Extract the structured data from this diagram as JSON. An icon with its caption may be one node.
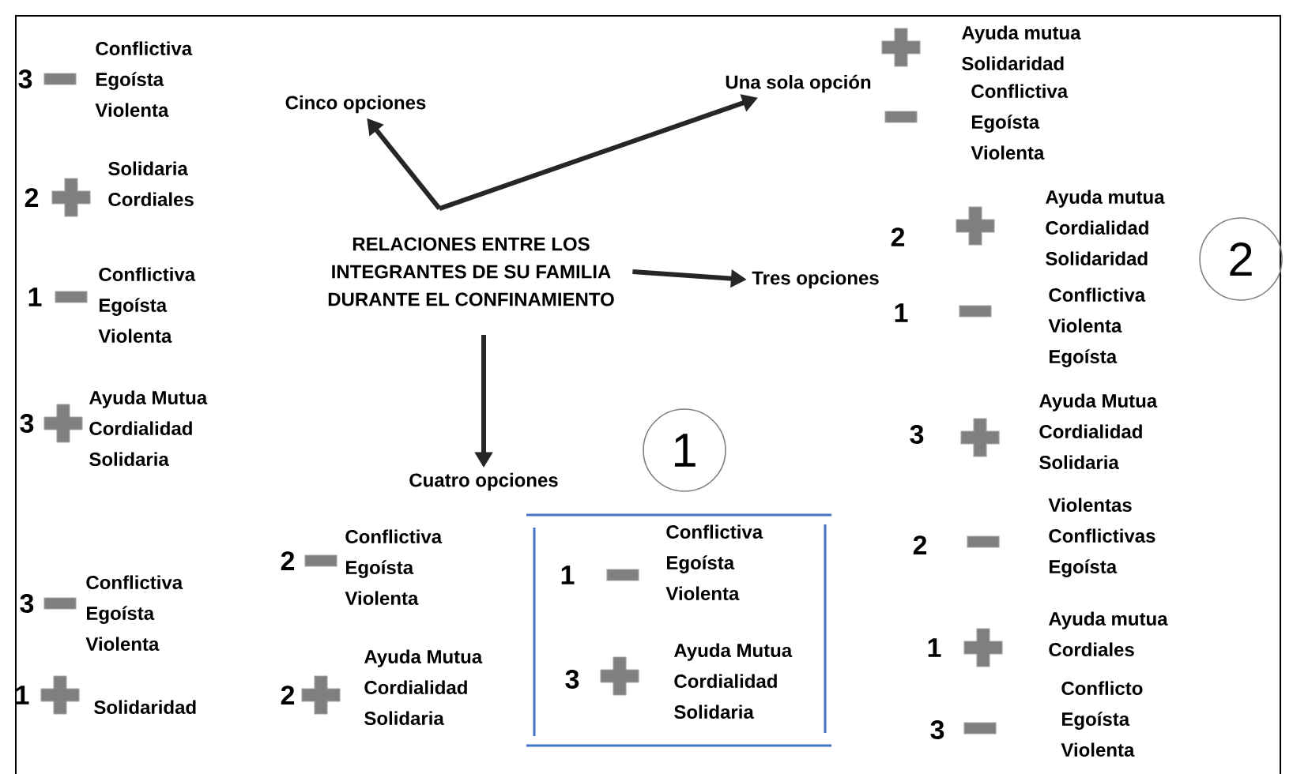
{
  "diagram": {
    "nodes": [
      {
        "text": [
          "RELACIONES ENTRE LOS INTEGRANTES DE SU FAMILIA DURANTE EL CONFINAMIENTO"
        ]
      },
      {
        "text": [
          "Cinco opciones"
        ]
      },
      {
        "text": [
          "Una sola opción"
        ]
      },
      {
        "text": [
          "Tres opciones"
        ]
      },
      {
        "text": [
          "Cuatro opciones"
        ]
      },
      {
        "text": [
          "2"
        ]
      },
      {
        "text": [
          "1"
        ]
      }
    ],
    "edges": [
      {
        "from": 0,
        "to": 1,
        "arrow": "to"
      },
      {
        "from": 0,
        "to": 2,
        "arrow": "to"
      },
      {
        "from": 0,
        "to": 3,
        "arrow": "to"
      },
      {
        "from": 0,
        "to": 4,
        "arrow": "to"
      }
    ],
    "labels": [
      "3",
      "Conflictiva Egoísta Violenta",
      "2",
      "Solidaria Cordiales",
      "1",
      "Conflictiva Egoísta Violenta",
      "3",
      "Ayuda Mutua Cordialidad Solidaria",
      "3",
      "Conflictiva Egoísta Violenta",
      "1",
      "Solidaridad",
      "2",
      "Conflictiva Egoísta Violenta",
      "2",
      "Ayuda Mutua Cordialidad Solidaria",
      "1",
      "Conflictiva Egoísta Violenta",
      "3",
      "Ayuda Mutua Cordialidad Solidaria",
      "Ayuda mutua Solidaridad",
      "Conflictiva Egoísta Violenta",
      "2",
      "Ayuda mutua Cordialidad Solidaridad",
      "1",
      "Conflictiva Violenta Egoísta",
      "3",
      "Ayuda Mutua Cordialidad Solidaria",
      "2",
      "Violentas Conflictivas Egoísta",
      "1",
      "Ayuda mutua Cordiales",
      "3",
      "Conflicto Egoísta Violenta"
    ]
  }
}
